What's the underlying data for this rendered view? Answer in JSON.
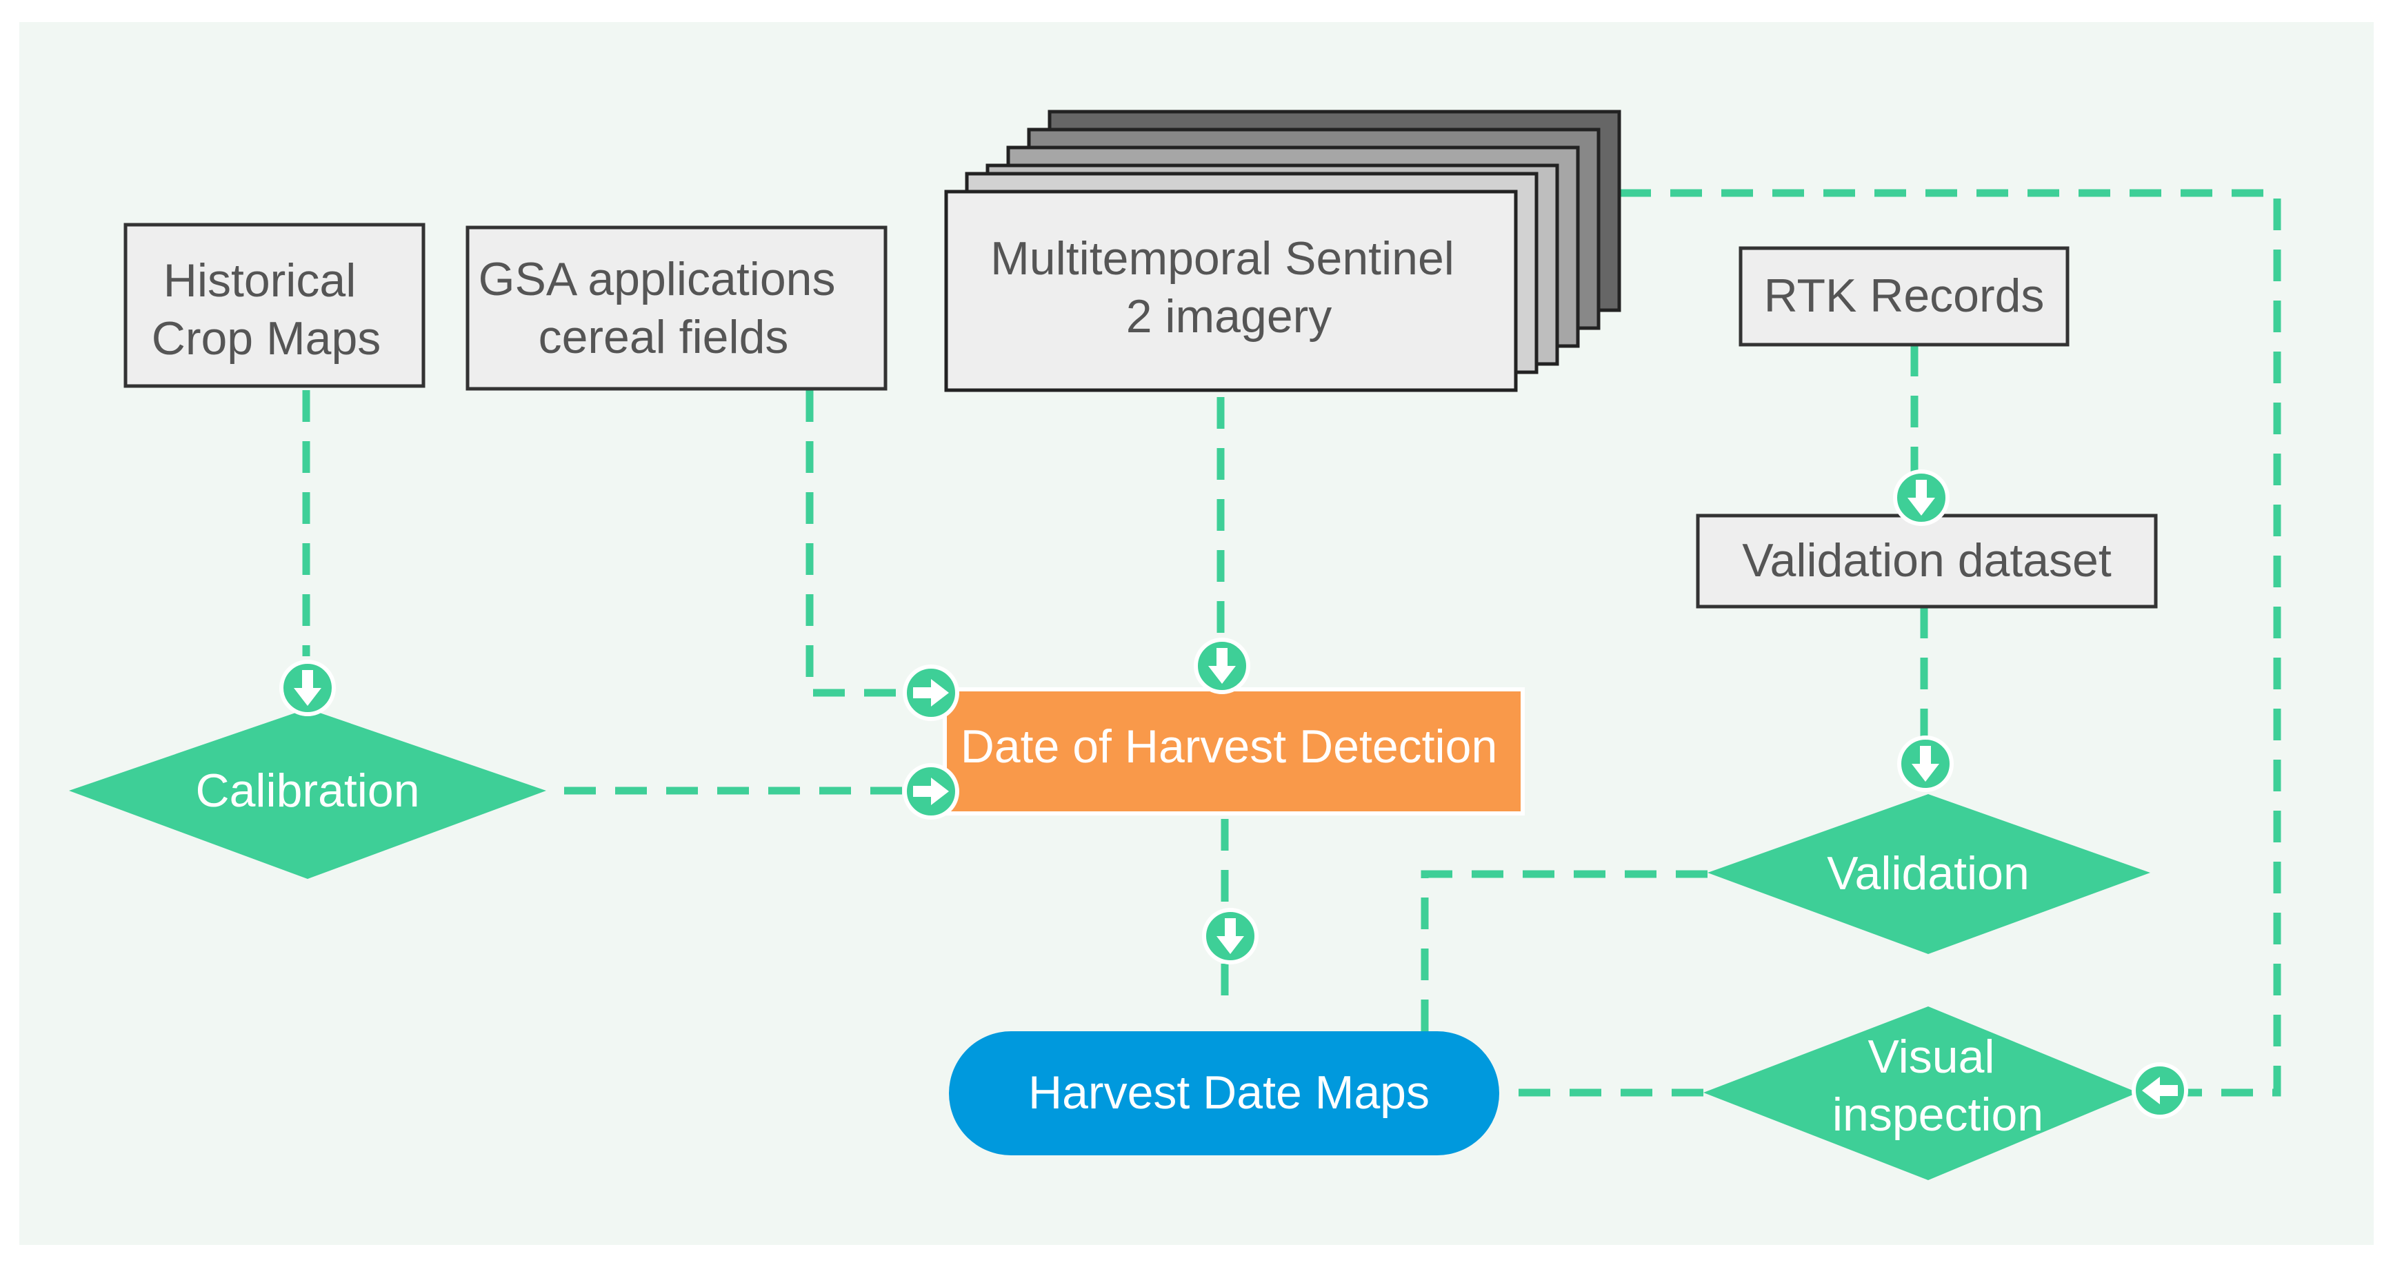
{
  "nodes": {
    "historical_crop_maps": {
      "lines": [
        "Historical",
        "Crop Maps"
      ]
    },
    "gsa_applications": {
      "lines": [
        "GSA applications",
        "cereal fields"
      ]
    },
    "multitemporal_sentinel": {
      "lines": [
        "Multitemporal Sentinel",
        "2 imagery"
      ]
    },
    "rtk_records": {
      "lines": [
        "RTK Records"
      ]
    },
    "validation_dataset": {
      "lines": [
        "Validation dataset"
      ]
    },
    "calibration": {
      "lines": [
        "Calibration"
      ]
    },
    "date_of_harvest_detection": {
      "lines": [
        "Date of Harvest Detection"
      ]
    },
    "validation": {
      "lines": [
        "Validation"
      ]
    },
    "harvest_date_maps": {
      "lines": [
        "Harvest Date Maps"
      ]
    },
    "visual_inspection": {
      "lines": [
        "Visual",
        "inspection"
      ]
    }
  },
  "colors": {
    "background": "#F1F7F3",
    "connector": "#3ECF97",
    "decision": "#3ECF97",
    "process": "#F9994A",
    "terminal": "#0099DD",
    "input_box_fill": "#EEEEEE",
    "input_box_stroke": "#333333",
    "text_dark": "#555555",
    "text_light": "#FFFFFF"
  },
  "icons": {
    "down": "arrow-down-circle-icon",
    "right": "arrow-right-circle-icon",
    "left": "arrow-left-circle-icon"
  }
}
